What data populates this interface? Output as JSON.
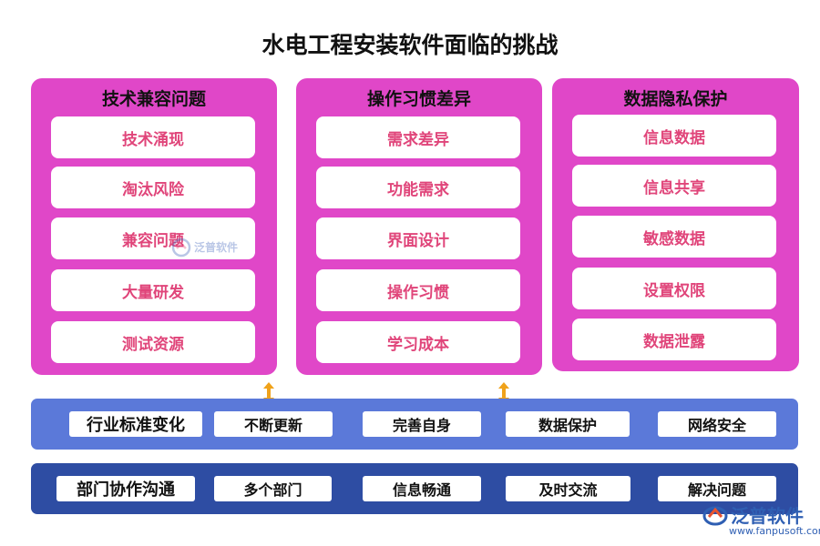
{
  "title": "水电工程安装软件面临的挑战",
  "columns": [
    {
      "title": "技术兼容问题",
      "items": [
        "技术涌现",
        "淘汰风险",
        "兼容问题",
        "大量研发",
        "测试资源"
      ]
    },
    {
      "title": "操作习惯差异",
      "items": [
        "需求差异",
        "功能需求",
        "界面设计",
        "操作习惯",
        "学习成本"
      ]
    },
    {
      "title": "数据隐私保护",
      "items": [
        "信息数据",
        "信息共享",
        "敏感数据",
        "设置权限",
        "数据泄露"
      ]
    }
  ],
  "bars": [
    {
      "items": [
        "行业标准变化",
        "不断更新",
        "完善自身",
        "数据保护",
        "网络安全"
      ]
    },
    {
      "items": [
        "部门协作沟通",
        "多个部门",
        "信息畅通",
        "及时交流",
        "解决问题"
      ]
    }
  ],
  "colors": {
    "column_bg": "#e047c8",
    "item_text": "#e0457a",
    "bar1_bg": "#5b79d9",
    "bar2_bg": "#2e4da3",
    "arrow": "#f0a21a"
  },
  "watermark": {
    "brand": "泛普软件"
  },
  "logo": {
    "brand": "泛普软件",
    "url": "www.fanpusoft.com"
  }
}
